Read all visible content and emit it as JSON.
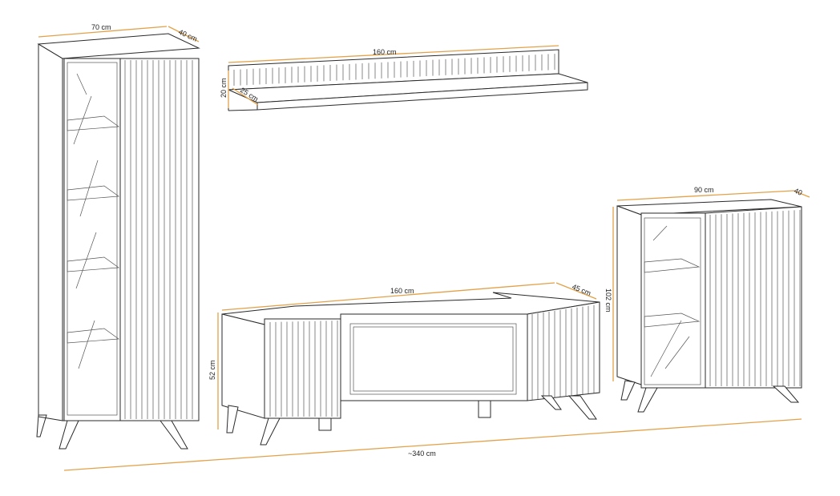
{
  "colors": {
    "dimension_line": "#e2a24a",
    "outline": "#2a2a2a",
    "background": "#ffffff"
  },
  "dimensions": {
    "tall_cabinet_width": "70 cm",
    "tall_cabinet_depth": "40 cm",
    "shelf_width": "160 cm",
    "shelf_height": "20 cm",
    "shelf_depth": "25 cm",
    "tv_unit_width": "160 cm",
    "tv_unit_depth": "45 cm",
    "tv_unit_height": "52 cm",
    "small_cabinet_width": "90 cm",
    "small_cabinet_depth": "40",
    "small_cabinet_height": "102 cm",
    "total_width": "~340 cm"
  }
}
